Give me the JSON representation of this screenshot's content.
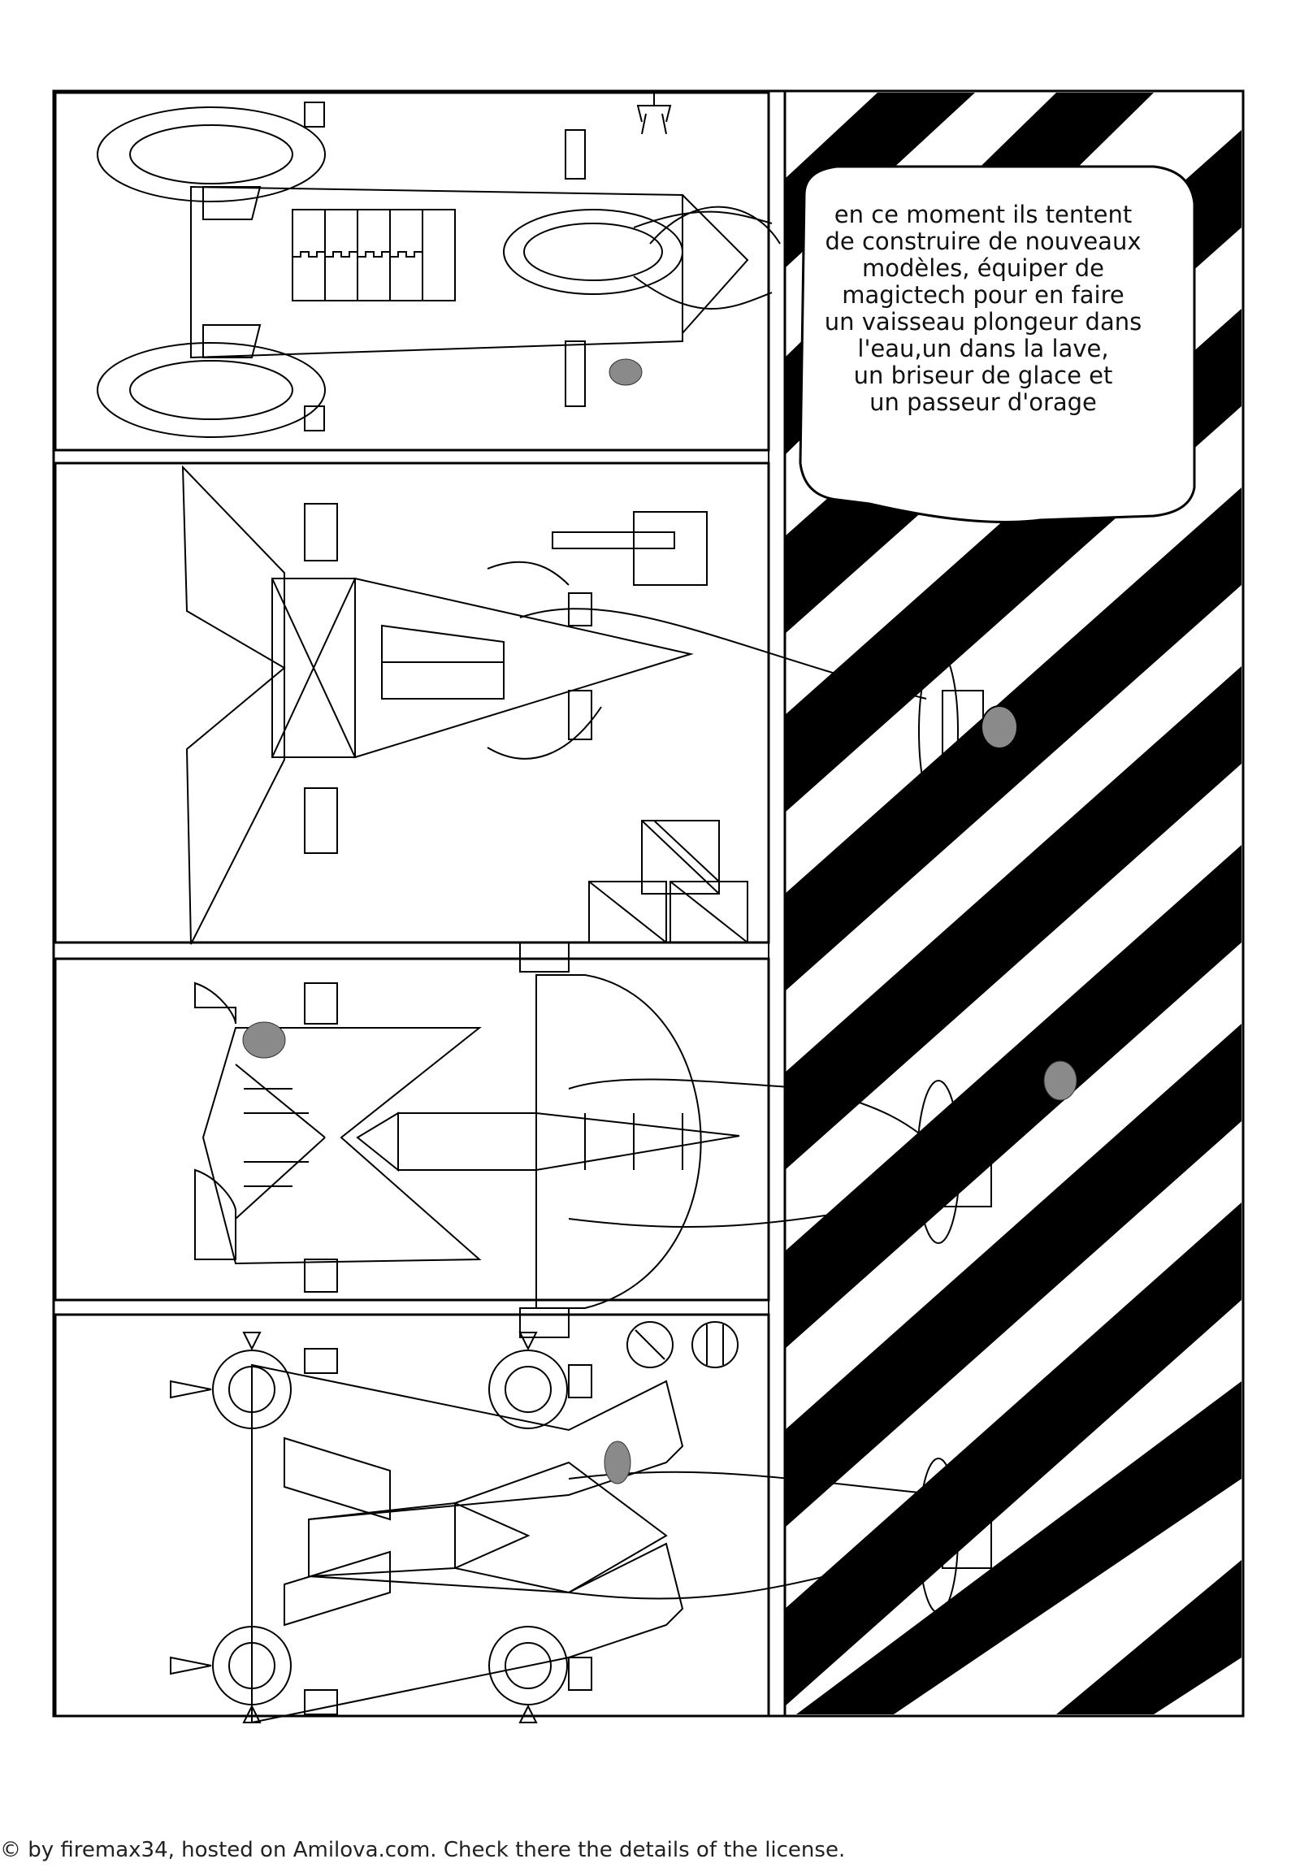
{
  "speech_bubble": {
    "lines": [
      "en ce moment ils tentent",
      "de construire de nouveaux",
      "modèles, équiper de",
      "magictech pour en faire",
      "un vaisseau plongeur dans",
      "l'eau,un dans la lave,",
      "un briseur de glace et",
      "un passeur d'orage"
    ]
  },
  "credit": "© by firemax34, hosted on Amilova.com. Check there the details of the license.",
  "colors": {
    "ink": "#000000",
    "paper": "#ffffff",
    "character": "#8a8a8a"
  },
  "icons": [
    "claw-icon",
    "crate-icon",
    "valve-icon",
    "portal-icon"
  ]
}
